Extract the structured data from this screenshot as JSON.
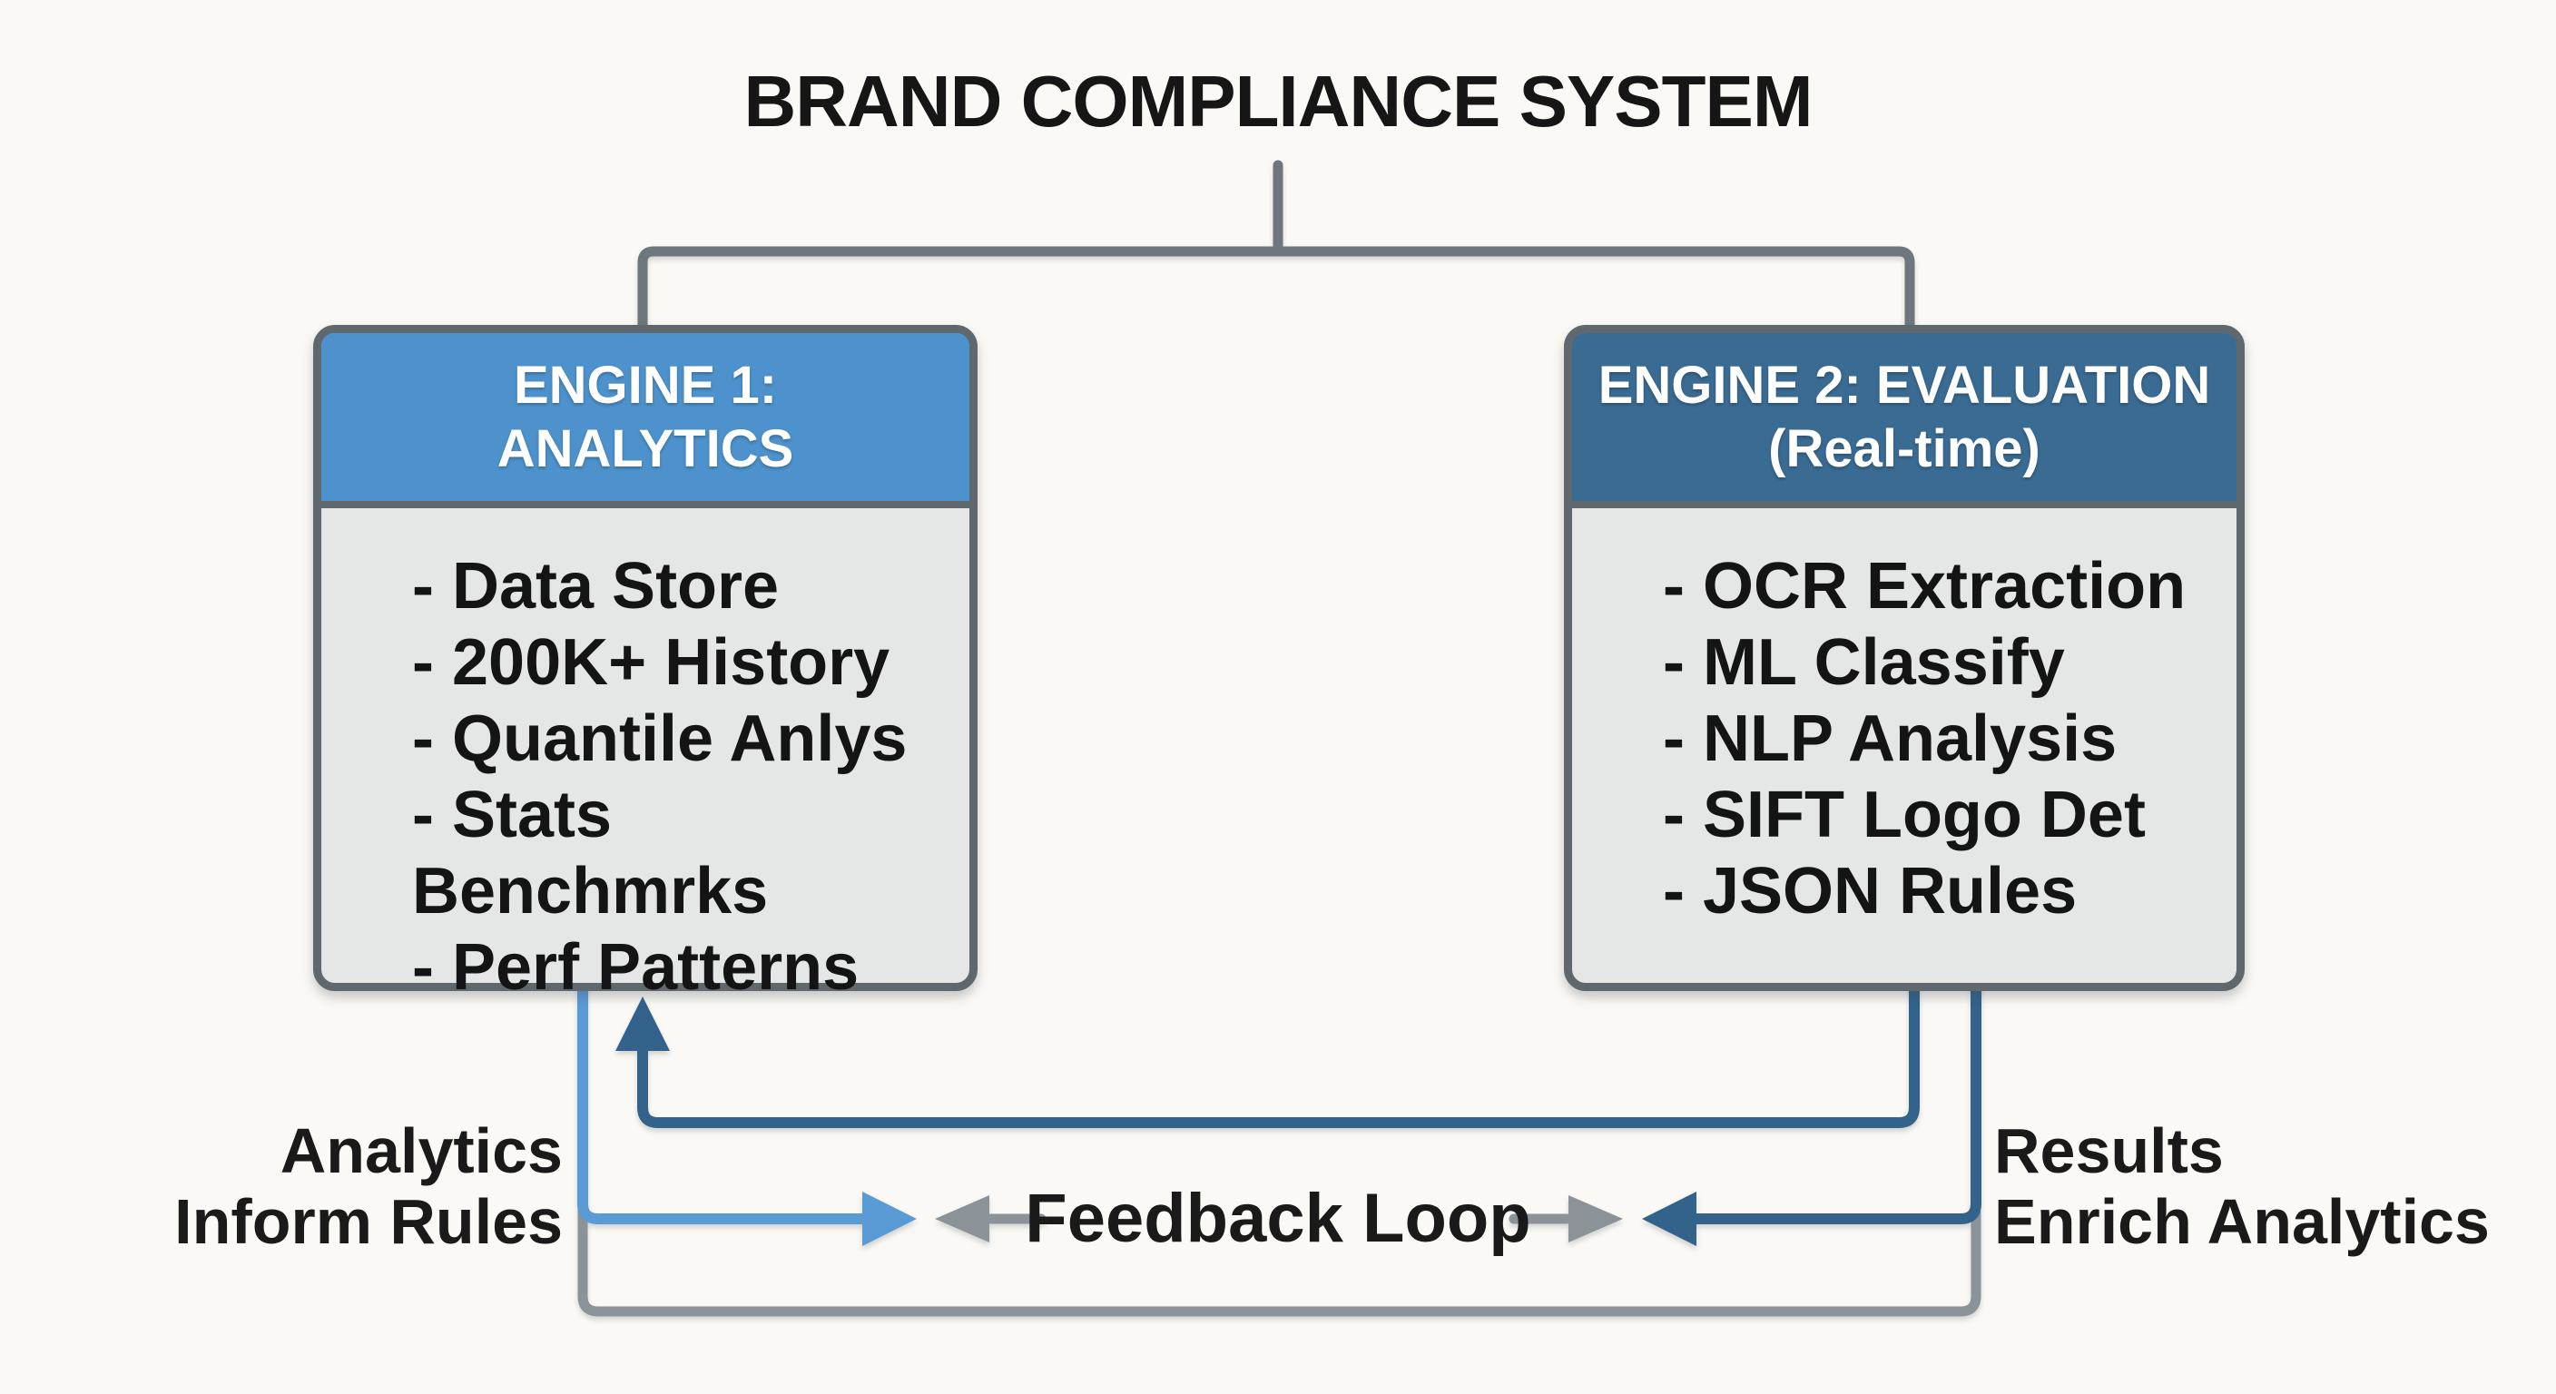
{
  "title": "BRAND COMPLIANCE SYSTEM",
  "engine1": {
    "header_line1": "ENGINE 1:",
    "header_line2": "ANALYTICS",
    "items": [
      "- Data Store",
      "- 200K+ History",
      "- Quantile Anlys",
      "- Stats Benchmrks",
      "- Perf Patterns"
    ]
  },
  "engine2": {
    "header_line1": "ENGINE 2: EVALUATION",
    "header_line2": "(Real-time)",
    "items": [
      "- OCR Extraction",
      "- ML Classify",
      "- NLP Analysis",
      "- SIFT Logo Det",
      "- JSON Rules"
    ]
  },
  "labels": {
    "left_line1": "Analytics",
    "left_line2": "Inform Rules",
    "center": "Feedback Loop",
    "right_line1": "Results",
    "right_line2": "Enrich Analytics"
  },
  "colors": {
    "background": "#faf9f5",
    "title_text": "#161616",
    "box_border": "#5f686d",
    "box_body": "#e4e7e6",
    "engine1_header": "#4d92cc",
    "engine2_header": "#3a6b93",
    "header_text": "#ffffff",
    "connector_gray": "#6d777d",
    "loop_gray": "#8b9298",
    "light_blue": "#5b9bd5",
    "steel_blue": "#33638a",
    "label_text": "#1a1a1a"
  }
}
